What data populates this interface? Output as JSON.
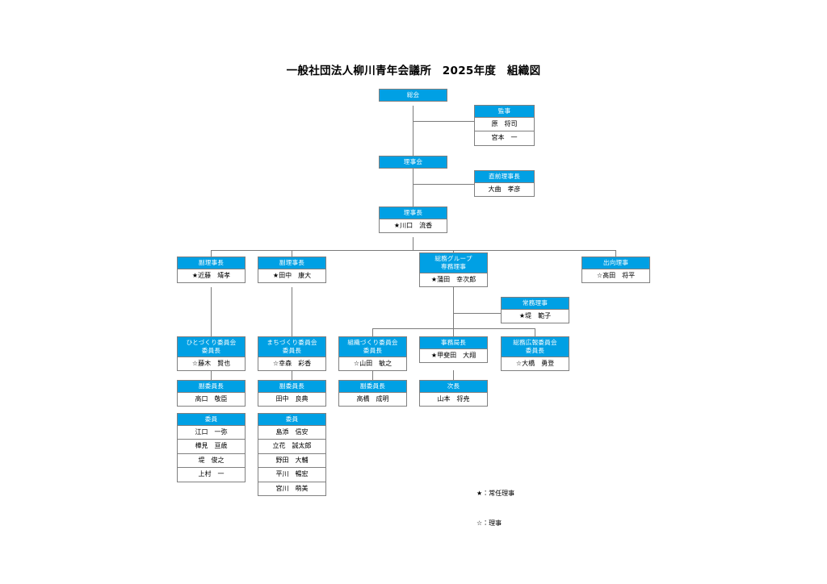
{
  "title": "一般社団法人柳川青年会議所　2025年度　組織図",
  "colors": {
    "header_blue": "#00A0E4",
    "box_border": "#808080",
    "line_gray": "#7b7b7b",
    "background": "#ffffff",
    "header_text": "#ffffff",
    "body_text": "#000000"
  },
  "legend": {
    "marks": [
      "★：常任理事",
      "☆：理事"
    ]
  },
  "nodes": {
    "general_meeting": {
      "header": "総会",
      "members": []
    },
    "auditor": {
      "header": "監事",
      "members": [
        "原　将司",
        "宮本　一"
      ]
    },
    "board": {
      "header": "理事会",
      "members": []
    },
    "immediate_past_president": {
      "header": "直前理事長",
      "members": [
        "大曲　孝彦"
      ]
    },
    "president": {
      "header": "理事長",
      "members": [
        "★川口　流香"
      ]
    },
    "vice_president_1": {
      "header": "副理事長",
      "members": [
        "★近藤　靖孝"
      ]
    },
    "vice_president_2": {
      "header": "副理事長",
      "members": [
        "★田中　康大"
      ]
    },
    "executive_director": {
      "header": "総務グループ\n専務理事",
      "members": [
        "★蒲田　幸次郎"
      ]
    },
    "seconded_director": {
      "header": "出向理事",
      "members": [
        "☆高田　将平"
      ]
    },
    "managing_director": {
      "header": "常務理事",
      "members": [
        "★堤　範子"
      ]
    },
    "hitozukuri_chair": {
      "header": "ひとづくり委員会\n委員長",
      "members": [
        "☆藤木　賢也"
      ]
    },
    "hitozukuri_vice": {
      "header": "副委員長",
      "members": [
        "高口　敬臣"
      ]
    },
    "hitozukuri_members": {
      "header": "委員",
      "members": [
        "江口　一弥",
        "樺見　亘歳",
        "堤　俊之",
        "上村　一"
      ]
    },
    "machizukuri_chair": {
      "header": "まちづくり委員会\n委員長",
      "members": [
        "☆幸森　彩香"
      ]
    },
    "machizukuri_vice": {
      "header": "副委員長",
      "members": [
        "田中　良典"
      ]
    },
    "machizukuri_members": {
      "header": "委員",
      "members": [
        "島添　信安",
        "立花　誠太郎",
        "野田　大輔",
        "平川　暢宏",
        "宮川　萌美"
      ]
    },
    "soshikizukuri_chair": {
      "header": "組織づくり委員会\n委員長",
      "members": [
        "☆山田　敏之"
      ]
    },
    "soshikizukuri_vice": {
      "header": "副委員長",
      "members": [
        "高橋　成明"
      ]
    },
    "secretariat_chief": {
      "header": "事務局長",
      "members": [
        "★甲斐田　大翔"
      ]
    },
    "secretariat_deputy": {
      "header": "次長",
      "members": [
        "山本　将尭"
      ]
    },
    "soumu_kouhou_chair": {
      "header": "総務広報委員会\n委員長",
      "members": [
        "☆大橋　勇登"
      ]
    }
  }
}
